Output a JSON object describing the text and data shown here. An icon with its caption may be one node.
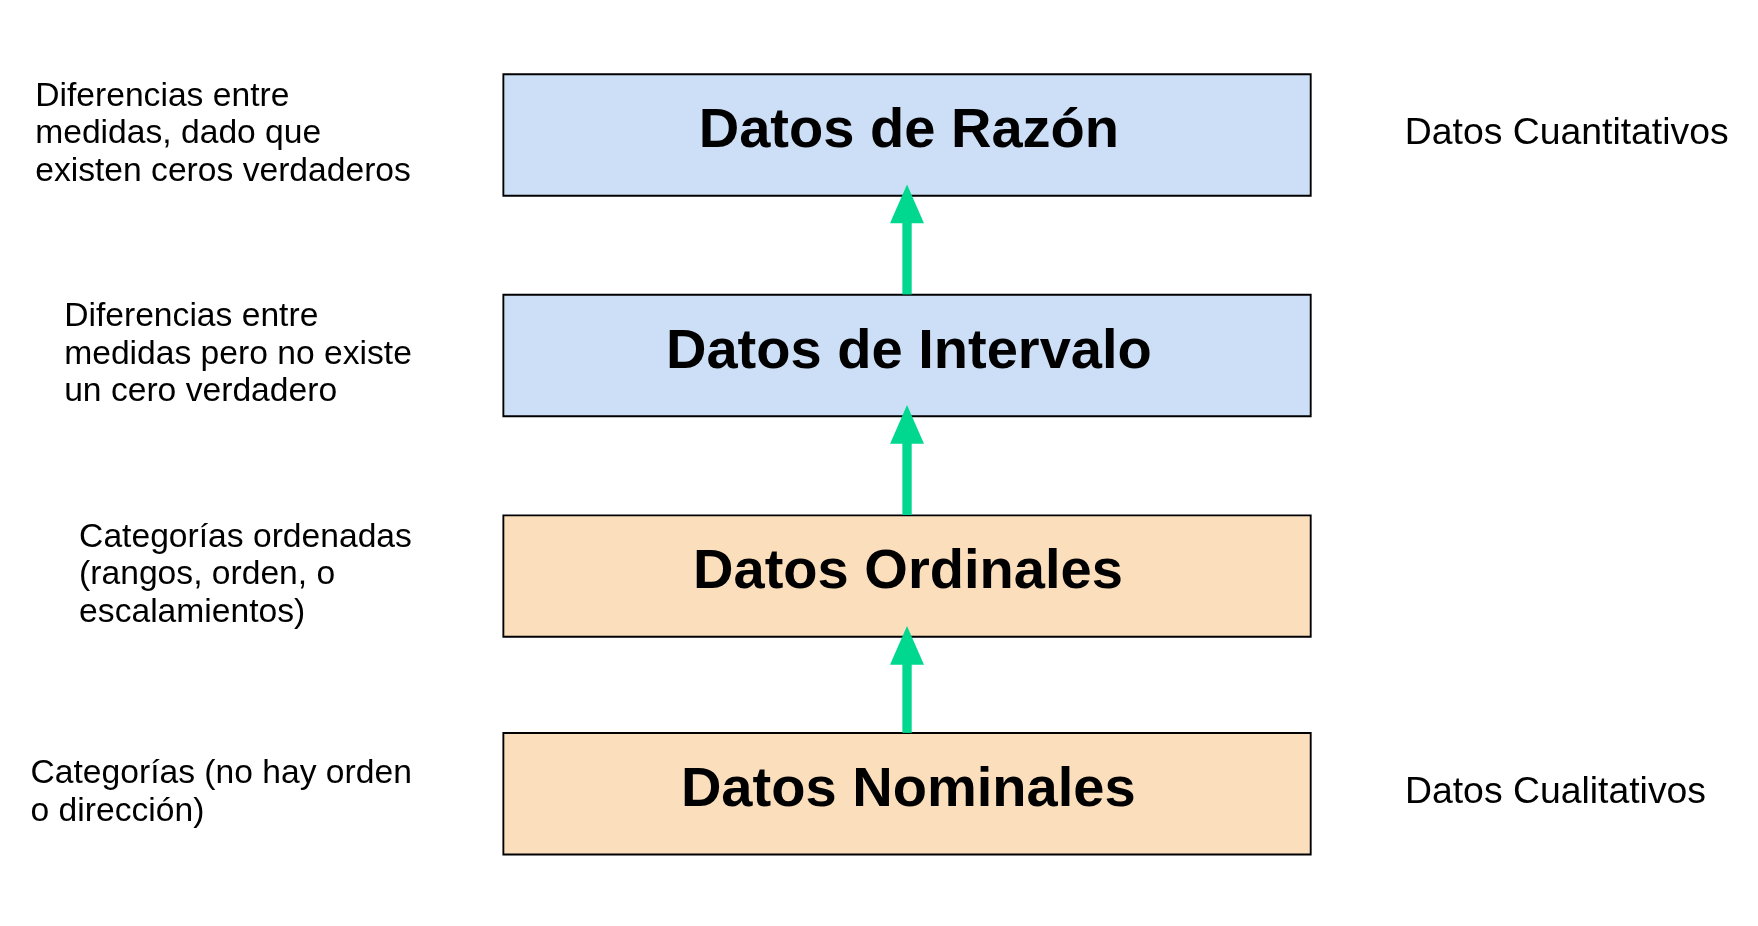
{
  "diagram": {
    "nodes": [
      {
        "text": [
          "Datos de Razón"
        ],
        "beside": [
          "Diferencias entre medidas, dado que existen ceros verdaderos"
        ]
      },
      {
        "text": [
          "Datos de Intervalo"
        ],
        "beside": [
          "Diferencias entre medidas pero no existe un cero verdadero"
        ]
      },
      {
        "text": [
          "Datos Ordinales"
        ],
        "beside": [
          "Categorías ordenadas (rangos, orden, o escalamientos)"
        ]
      },
      {
        "text": [
          "Datos Nominales"
        ],
        "beside": [
          "Categorías (no hay orden o dirección)"
        ]
      }
    ],
    "edges": [
      {
        "from": 3,
        "to": 2,
        "arrow": "to"
      },
      {
        "from": 2,
        "to": 1,
        "arrow": "to"
      },
      {
        "from": 1,
        "to": 0,
        "arrow": "to"
      }
    ],
    "labels": [
      "Datos Cuantitativos",
      "Datos Cualitativos"
    ]
  }
}
